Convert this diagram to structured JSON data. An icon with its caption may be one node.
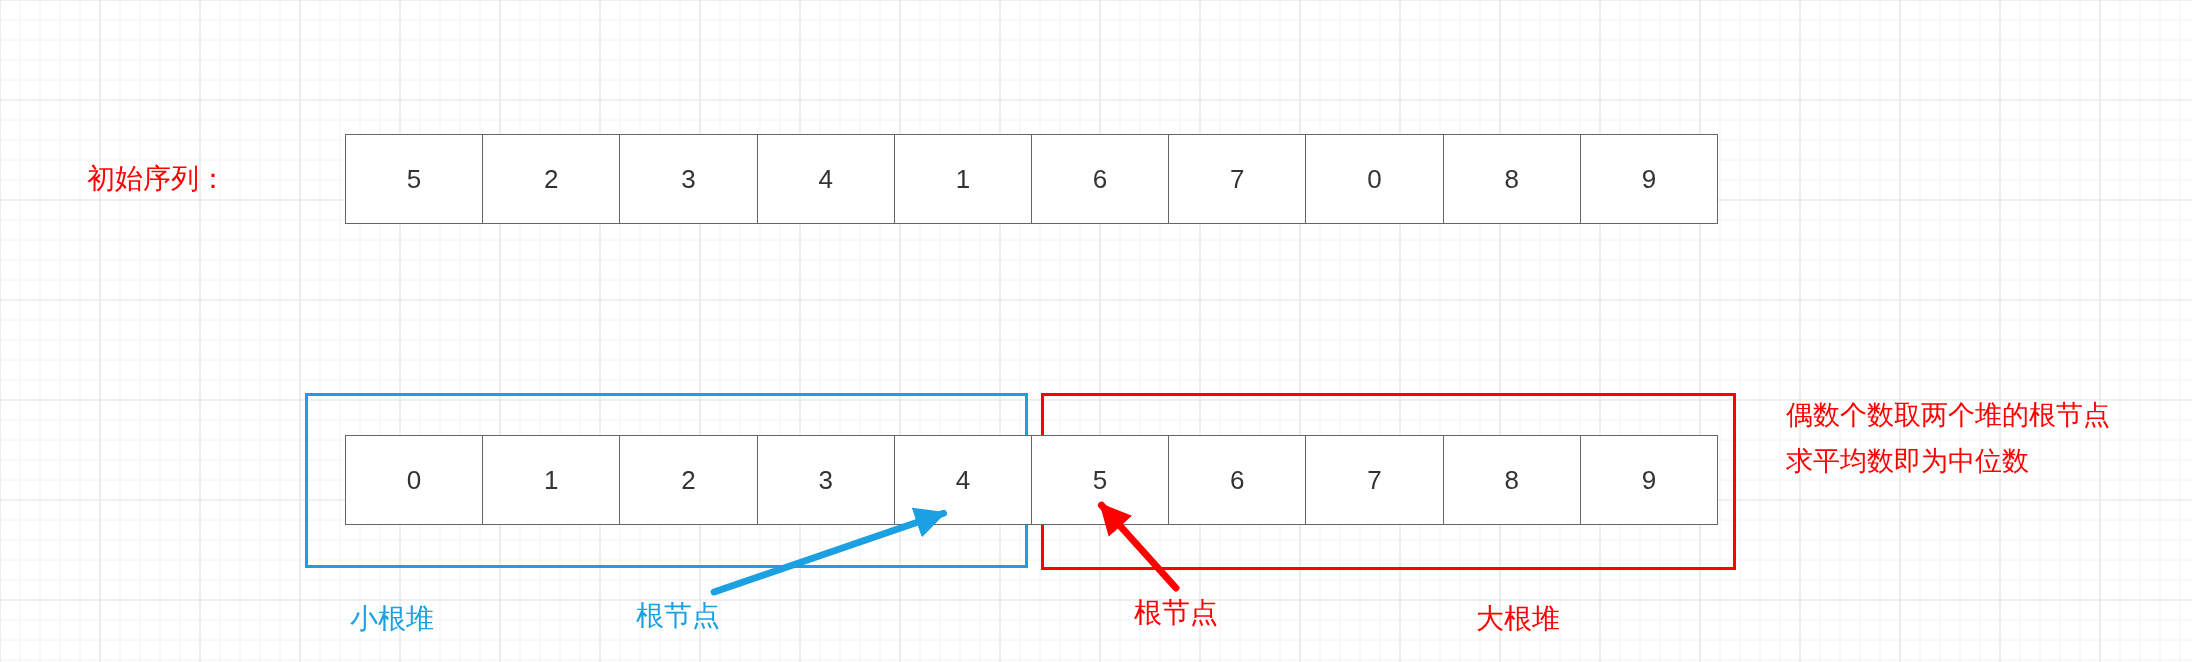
{
  "diagram": {
    "nodes": [
      {
        "text": [
          "5"
        ]
      },
      {
        "text": [
          "2"
        ]
      },
      {
        "text": [
          "3"
        ]
      },
      {
        "text": [
          "4"
        ]
      },
      {
        "text": [
          "1"
        ]
      },
      {
        "text": [
          "6"
        ]
      },
      {
        "text": [
          "7"
        ]
      },
      {
        "text": [
          "0"
        ]
      },
      {
        "text": [
          "8"
        ]
      },
      {
        "text": [
          "9"
        ]
      },
      {
        "text": [],
        "shape": "box",
        "beside": [
          "小根堆"
        ]
      },
      {
        "text": [
          "0"
        ],
        "in": 10
      },
      {
        "text": [
          "1"
        ],
        "in": 10
      },
      {
        "text": [
          "2"
        ],
        "in": 10
      },
      {
        "text": [
          "3"
        ],
        "in": 10
      },
      {
        "text": [
          "4"
        ],
        "in": 10
      },
      {
        "text": [],
        "shape": "box",
        "beside": [
          "大根堆"
        ]
      },
      {
        "text": [
          "5"
        ],
        "in": 16
      },
      {
        "text": [
          "6"
        ],
        "in": 16
      },
      {
        "text": [
          "7"
        ],
        "in": 16
      },
      {
        "text": [
          "8"
        ],
        "in": 16
      },
      {
        "text": [
          "9"
        ],
        "in": 16
      },
      {
        "text": [
          "根节点"
        ]
      },
      {
        "text": [
          "根节点"
        ]
      }
    ],
    "edges": [
      {
        "from": 22,
        "to": 15,
        "arrow": "to",
        "color": "#1ba1e2"
      },
      {
        "from": 23,
        "to": 17,
        "arrow": "to",
        "color": "#ff0000"
      }
    ],
    "labels": [
      "初始序列：",
      "偶数个数取两个堆的根节点求平均数即为中位数"
    ]
  }
}
